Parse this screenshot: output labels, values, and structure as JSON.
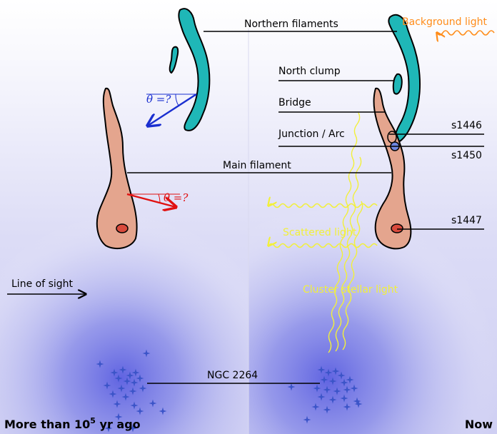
{
  "labels": {
    "northern_filaments": "Northern filaments",
    "background_light": "Background light",
    "north_clump": "North clump",
    "bridge": "Bridge",
    "junction_arc": "Junction / Arc",
    "s1446": "s1446",
    "s1450": "s1450",
    "main_filament": "Main filament",
    "s1447": "s1447",
    "scattered_light": "Scattered light",
    "cluster_stellar_light": "Cluster stellar light",
    "line_of_sight": "Line of sight",
    "ngc_2264": "NGC 2264",
    "theta_blue": "θ =?",
    "theta_red": "θ =?",
    "left_panel_prefix": "More than 10",
    "left_panel_exponent": "5",
    "left_panel_suffix": " yr ago",
    "right_panel": "Now"
  },
  "colors": {
    "filament_teal": "#1fb7b7",
    "main_filament_fill": "#e4a58e",
    "core_red": "#d84a3c",
    "junction_blue": "#6f86e0",
    "glow_blue": "#5a5ee0",
    "star_blue": "#3b54c8",
    "arrow_blue": "#1a2fd0",
    "arrow_red": "#e01010",
    "orange": "#ff8c1a",
    "yellow": "#f2f03a"
  }
}
